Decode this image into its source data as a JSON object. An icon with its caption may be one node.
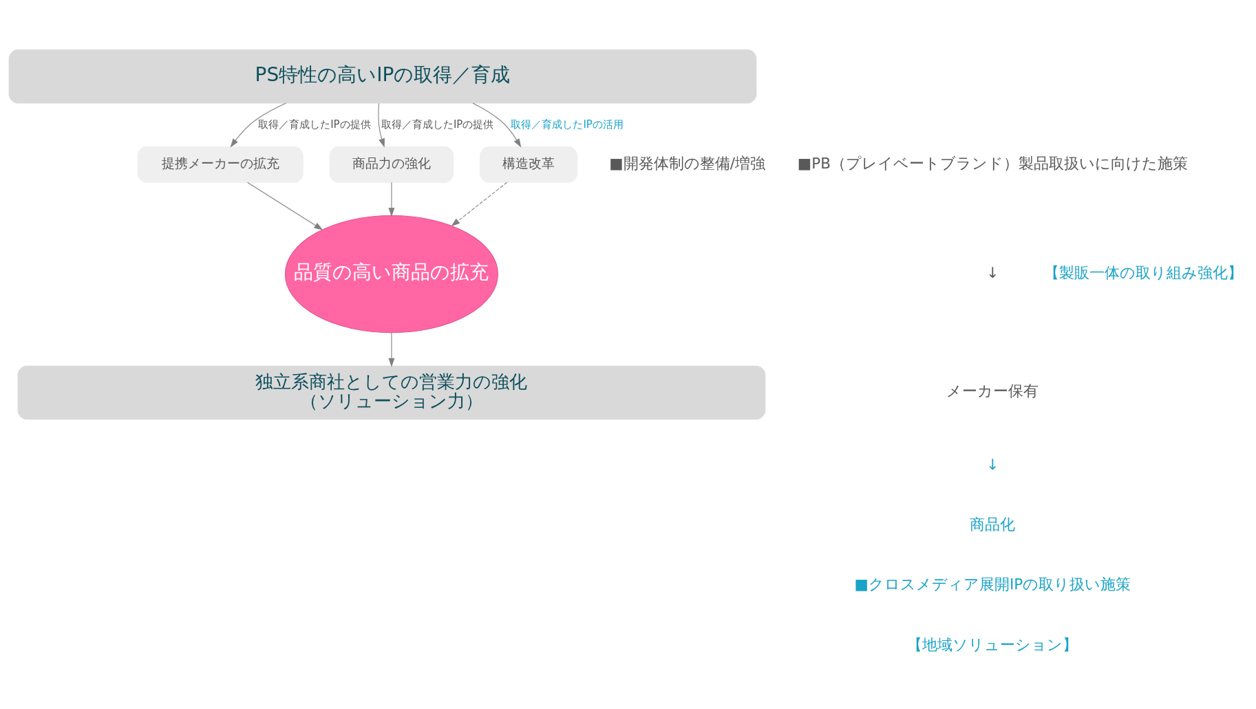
{
  "diagram": {
    "nodes": [
      {
        "text": [
          "PS特性の高いIPの取得／育成"
        ]
      },
      {
        "text": [
          "提携メーカーの拡充"
        ]
      },
      {
        "text": [
          "商品力の強化"
        ]
      },
      {
        "text": [
          "構造改革"
        ]
      },
      {
        "text": [
          "品質の高い商品の拡充"
        ]
      },
      {
        "text": [
          "独立系商社としての営業力の強化",
          "（ソリューション力）"
        ]
      }
    ],
    "edges": [
      {
        "from": 0,
        "to": 1,
        "arrow": "to",
        "label": "取得／育成したIPの提供"
      },
      {
        "from": 0,
        "to": 2,
        "arrow": "to",
        "label": "取得／育成したIPの提供"
      },
      {
        "from": 0,
        "to": 3,
        "arrow": "to",
        "label": "取得／育成したIPの活用"
      },
      {
        "from": 1,
        "to": 4,
        "arrow": "to"
      },
      {
        "from": 2,
        "to": 4,
        "arrow": "to"
      },
      {
        "from": 3,
        "to": 4,
        "arrow": "to",
        "style": "dashed"
      },
      {
        "from": 4,
        "to": 5,
        "arrow": "to"
      }
    ],
    "labels": [
      "■開発体制の整備/増強",
      "■PB（プレイベートブランド）製品取扱いに向けた施策",
      "↓",
      "メーカー保有",
      "↓",
      "商品化",
      "【製販一体の取り組み強化】",
      "■クロスメディア展開IPの取り扱い施策",
      "【地域ソリューション】"
    ]
  }
}
